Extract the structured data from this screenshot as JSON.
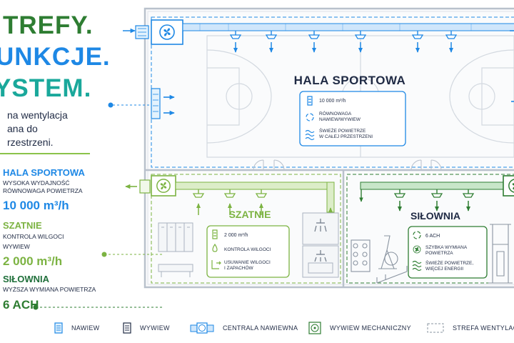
{
  "headline": {
    "line1": "TREFY.",
    "line2": "UNKCJE.",
    "line3": "YSTEM."
  },
  "intro": [
    "na wentylacja",
    "ana do",
    "rzestrzeni."
  ],
  "zones": [
    {
      "title": "HALA SPORTOWA",
      "sub1": "WYSOKA WYDAJNOŚĆ",
      "sub2": "RÓWNOWAGA POWIETRZA",
      "value": "10 000 m³/h"
    },
    {
      "title": "SZATNIE",
      "sub1": "KONTROLA WILGOCI",
      "sub2": "WYWIEW",
      "value": "2 000 m³/h"
    },
    {
      "title": "SIŁOWNIA",
      "sub1": "WYŻSZA WYMIANA POWIETRZA",
      "value": "6 ACH"
    }
  ],
  "hall": {
    "title": "HALA SPORTOWA",
    "items": [
      "10 000 m³/h",
      "RÓWNOWAGA",
      "NAWIEW/WYWIEW",
      "ŚWIEŻE POWIETRZE",
      "W CAŁEJ PRZESTRZENI"
    ]
  },
  "lockers": {
    "title": "SZATNIE",
    "items": [
      "2 000 m³/h",
      "KONTROLA WILGOCI",
      "USUWANIE WILGOCI",
      "I ZAPACHÓW"
    ]
  },
  "gym": {
    "title": "SIŁOWNIA",
    "items": [
      "6 ACH",
      "SZYBKA WYMIANA",
      "POWIETRZA",
      "ŚWIEŻE POWIETRZE,",
      "WIĘCEJ ENERGII"
    ]
  },
  "legend": [
    "NAWIEW",
    "WYWIEW",
    "CENTRALA NAWIEWNA",
    "WYWIEW MECHANICZNY",
    "STREFA WENTYLACYJNA"
  ],
  "colors": {
    "blue": "#1e88e5",
    "green": "#7cb342",
    "darkgreen": "#2e7d32",
    "teal": "#1aa89b",
    "navy": "#1f2a44"
  },
  "icons": [
    "fan-icon",
    "grille-icon",
    "drop-icon",
    "cycle-icon",
    "wave-icon",
    "arrow-out-icon",
    "shower-icon"
  ]
}
